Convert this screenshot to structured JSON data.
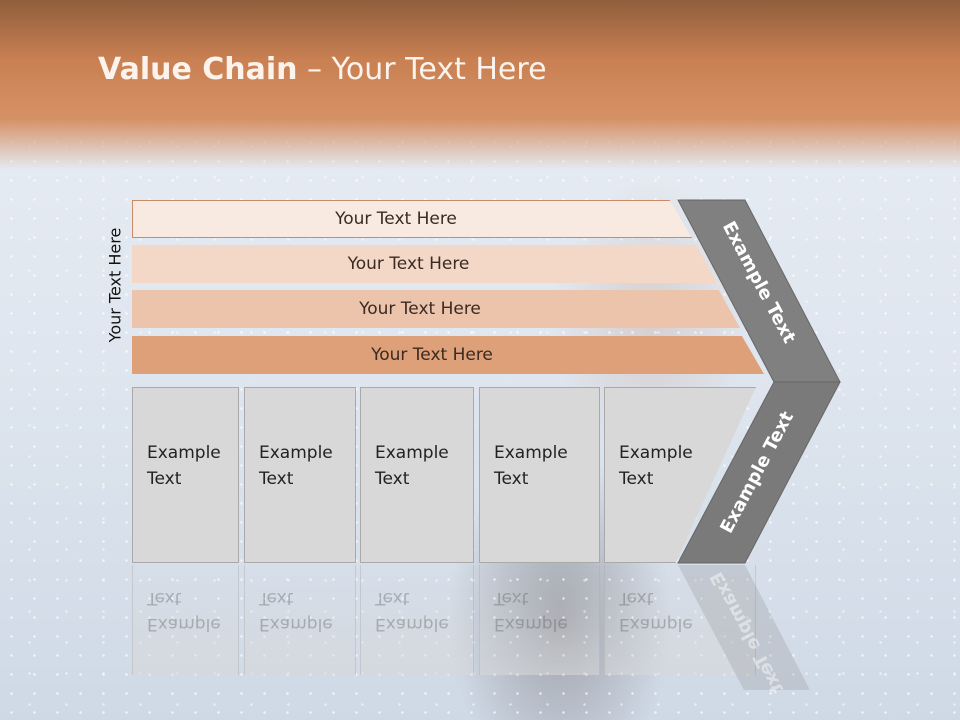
{
  "slide": {
    "title_bold": "Value Chain",
    "title_rest": " – Your Text Here"
  },
  "side_label": "Your Text Here",
  "bars": [
    {
      "label": "Your Text Here"
    },
    {
      "label": "Your Text Here"
    },
    {
      "label": "Your Text Here"
    },
    {
      "label": "Your Text Here"
    }
  ],
  "boxes": [
    {
      "label": "Example\nText"
    },
    {
      "label": "Example\nText"
    },
    {
      "label": "Example\nText"
    },
    {
      "label": "Example\nText"
    },
    {
      "label": "Example\nText"
    }
  ],
  "chevron": {
    "top_label": "Example Text",
    "bottom_label": "Example Text",
    "color": "#7f7f7f"
  },
  "colors": {
    "header": "#c98052",
    "bar_shades": [
      "#f8e9e1",
      "#f3d8c8",
      "#ebc4ab",
      "#dda078"
    ],
    "box_fill": "#d8d8d8"
  }
}
